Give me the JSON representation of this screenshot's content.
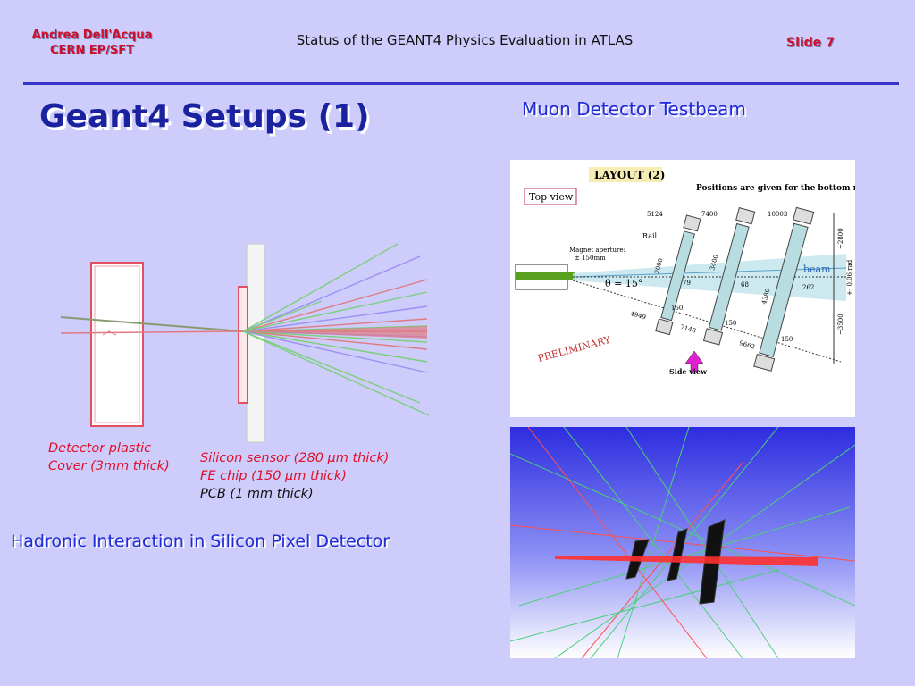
{
  "header": {
    "author_line1": "Andrea Dell'Acqua",
    "author_line2": "CERN EP/SFT",
    "title": "Status of the GEANT4 Physics Evaluation in ATLAS",
    "slide_label": "Slide 7"
  },
  "slide": {
    "title": "Geant4 Setups (1)",
    "muon_title": "Muon Detector Testbeam",
    "hadronic_title": "Hadronic Interaction in Silicon Pixel Detector",
    "caption_left": [
      "Detector plastic",
      "Cover (3mm thick)"
    ],
    "caption_mid": [
      "Silicon sensor (280 µm thick)",
      "FE chip (150 µm thick)",
      "PCB (1 mm thick)"
    ]
  },
  "layout_figure": {
    "heading": "LAYOUT (2)",
    "note": "Positions are given for the bottom rails",
    "top_view": "Top view",
    "side_view": "Side view",
    "preliminary": "PRELIMINARY",
    "magnet": "Magnet aperture:",
    "magnet_val": "± 150mm",
    "rail": "Rail",
    "beam": "beam",
    "theta": "θ = 15°",
    "dims": {
      "d5124": "5124",
      "d7400": "7400",
      "d10003": "10003",
      "d2000": "2000",
      "d3400": "3400",
      "d4380": "4380",
      "d79": "79",
      "d68": "68",
      "d262": "262",
      "d150a": "150",
      "d150b": "150",
      "d150c": "150",
      "d4949": "4949",
      "d7148": "7148",
      "d9662": "9662",
      "d2800": "~2800",
      "d3500": "~3500",
      "rad": "+- 0.06 rad"
    }
  },
  "colors": {
    "background": "#cdccfb",
    "accent_red": "#d0102b",
    "title_blue": "#1a22a0",
    "subtitle_blue": "#1f2bd6",
    "rule": "#3434c9"
  }
}
